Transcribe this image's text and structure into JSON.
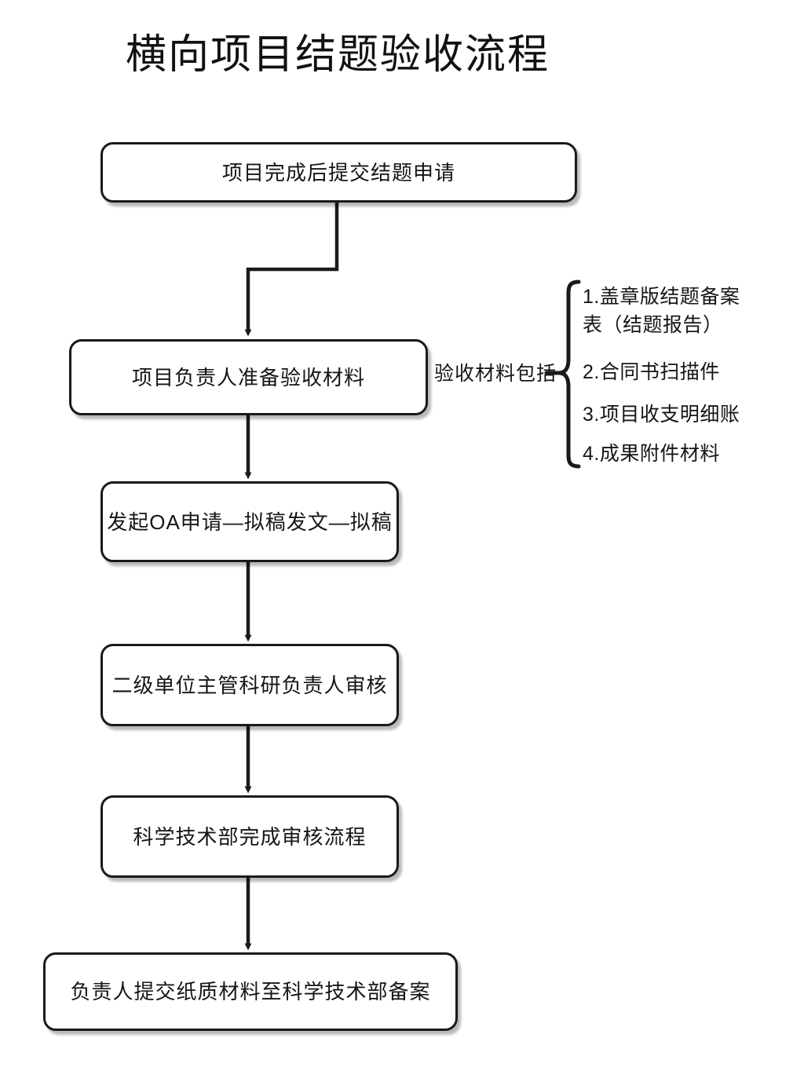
{
  "page": {
    "title": "横向项目结题验收流程",
    "background_color": "#ffffff",
    "line_color": "#1a1a1a",
    "text_color": "#151515"
  },
  "flow": {
    "nodes": [
      {
        "id": "node-1",
        "label": "项目完成后提交结题申请"
      },
      {
        "id": "node-2",
        "label": "项目负责人准备验收材料"
      },
      {
        "id": "node-3",
        "label": "发起OA申请—拟稿发文—拟稿"
      },
      {
        "id": "node-4",
        "label": "二级单位主管科研负责人审核"
      },
      {
        "id": "node-5",
        "label": "科学技术部完成审核流程"
      },
      {
        "id": "node-6",
        "label": "负责人提交纸质材料至科学技术部备案"
      }
    ],
    "connectors": [
      {
        "from": "node-1",
        "to": "node-2",
        "style": "elbow-left-arrow"
      },
      {
        "from": "node-2",
        "to": "node-3",
        "style": "straight-arrow"
      },
      {
        "from": "node-3",
        "to": "node-4",
        "style": "straight-arrow"
      },
      {
        "from": "node-4",
        "to": "node-5",
        "style": "straight-arrow"
      },
      {
        "from": "node-5",
        "to": "node-6",
        "style": "straight-arrow"
      }
    ]
  },
  "side_note": {
    "label": "验收材料包括",
    "attached_to": "node-2",
    "items": [
      "1.盖章版结题备案\n表（结题报告）",
      "2.合同书扫描件",
      "3.项目收支明细账",
      "4.成果附件材料"
    ]
  }
}
